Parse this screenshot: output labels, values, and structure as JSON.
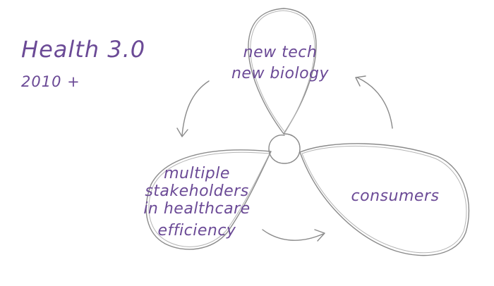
{
  "diagram": {
    "title": "Health 3.0",
    "subtitle": "2010 +",
    "petals": [
      {
        "lines": [
          "new tech",
          "new biology"
        ]
      },
      {
        "lines": [
          "multiple",
          "stakeholders",
          "in healthcare",
          "efficiency"
        ]
      },
      {
        "lines": [
          "consumers"
        ]
      }
    ],
    "colors": {
      "text": "#6b4a96",
      "stroke": "#8a8a8a"
    }
  }
}
